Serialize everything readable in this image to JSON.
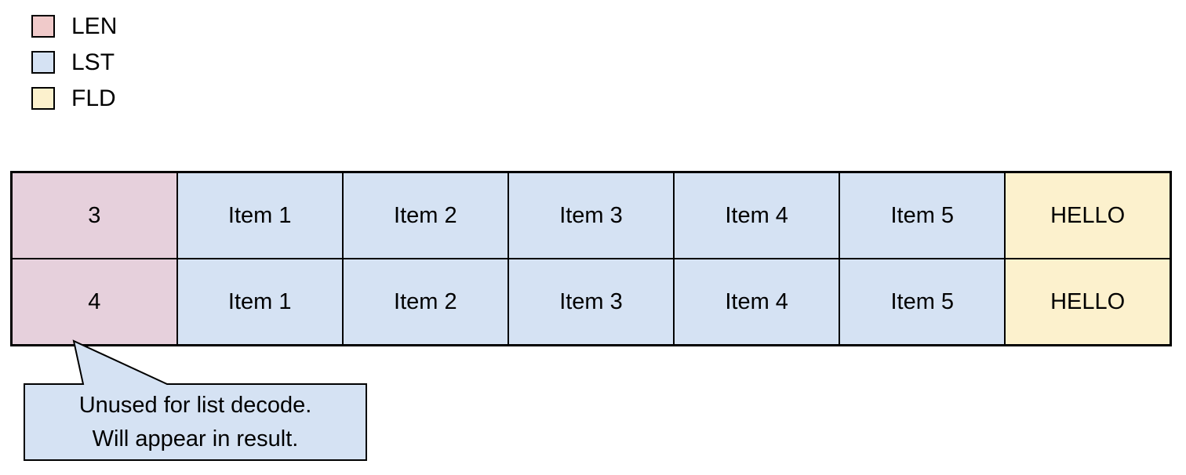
{
  "legend": {
    "items": [
      {
        "id": "len",
        "label": "LEN",
        "color": "#f0caca"
      },
      {
        "id": "lst",
        "label": "LST",
        "color": "#d5e2f3"
      },
      {
        "id": "fld",
        "label": "FLD",
        "color": "#fcf1cd"
      }
    ]
  },
  "buffer_table": {
    "rows": [
      {
        "len": "3",
        "items": [
          "Item 1",
          "Item 2",
          "Item 3",
          "Item 4",
          "Item 5"
        ],
        "field": "HELLO"
      },
      {
        "len": "4",
        "items": [
          "Item 1",
          "Item 2",
          "Item 3",
          "Item 4",
          "Item 5"
        ],
        "field": "HELLO"
      }
    ]
  },
  "callout": {
    "lines": [
      "Unused for list decode.",
      "Will appear in result."
    ]
  },
  "colors": {
    "len_cell": "#e6d0dc",
    "lst_cell": "#d5e2f3",
    "fld_cell": "#fcf1cd",
    "callout_bg": "#d5e2f3",
    "border": "#000000"
  }
}
